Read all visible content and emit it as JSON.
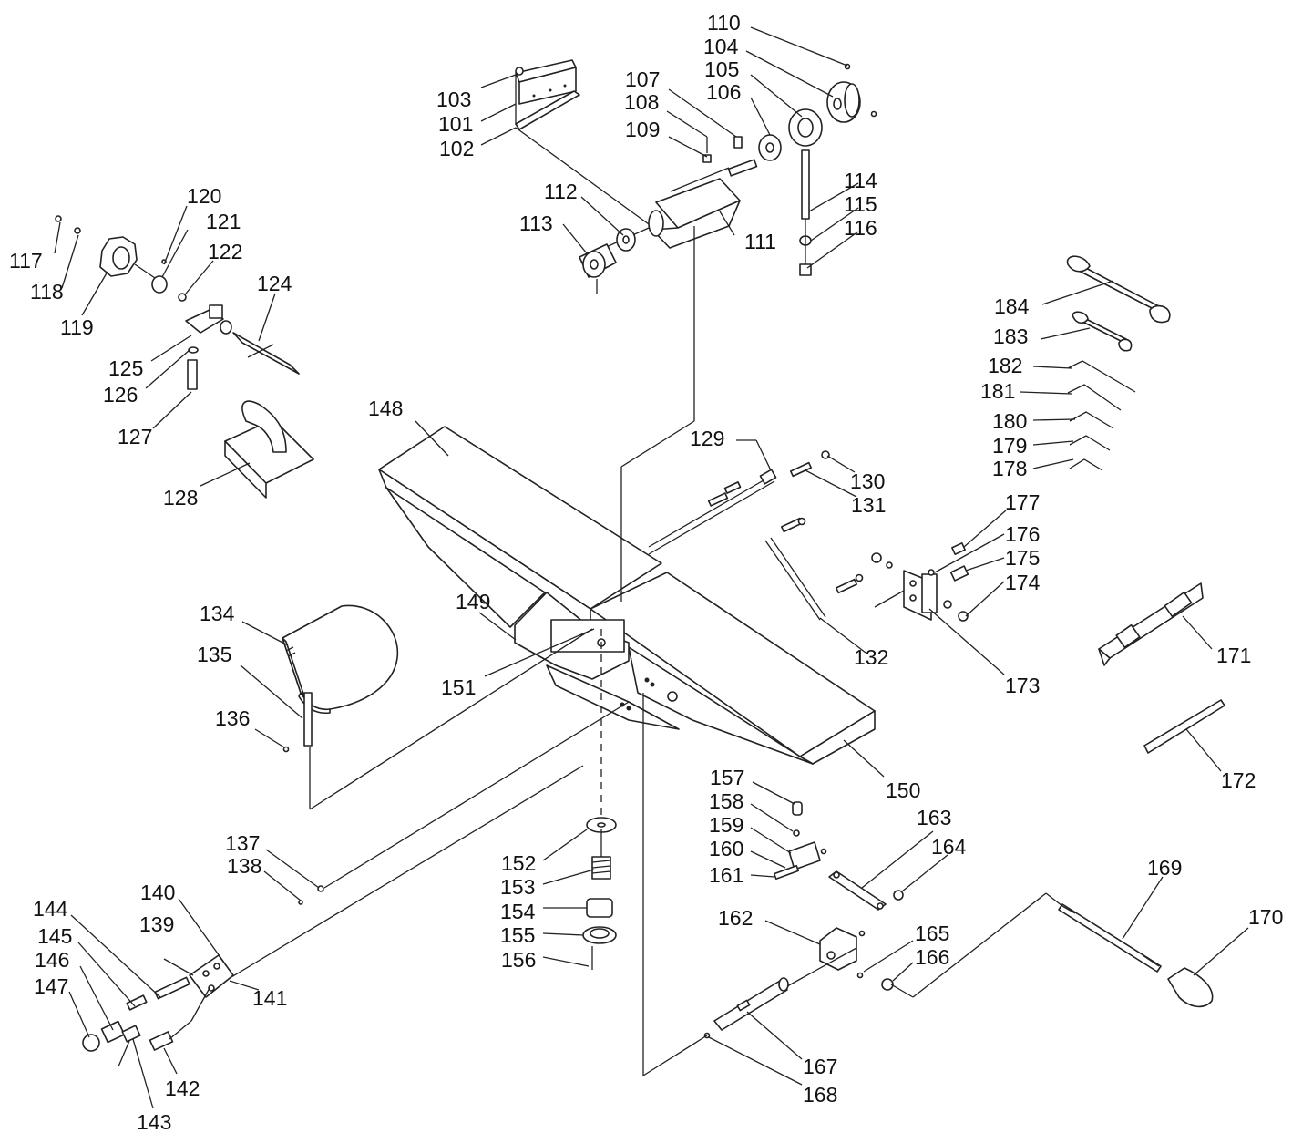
{
  "diagram": {
    "labels": {
      "110": "110",
      "104": "104",
      "105": "105",
      "106": "106",
      "107": "107",
      "108": "108",
      "109": "109",
      "103": "103",
      "101": "101",
      "102": "102",
      "112": "112",
      "113": "113",
      "111": "111",
      "114": "114",
      "115": "115",
      "116": "116",
      "120": "120",
      "121": "121",
      "122": "122",
      "117": "117",
      "118": "118",
      "119": "119",
      "124": "124",
      "125": "125",
      "126": "126",
      "127": "127",
      "128": "128",
      "148": "148",
      "129": "129",
      "130": "130",
      "131": "131",
      "177": "177",
      "176": "176",
      "175": "175",
      "174": "174",
      "173": "173",
      "184": "184",
      "183": "183",
      "182": "182",
      "181": "181",
      "180": "180",
      "179": "179",
      "178": "178",
      "171": "171",
      "172": "172",
      "132": "132",
      "149": "149",
      "151": "151",
      "134": "134",
      "135": "135",
      "136": "136",
      "150": "150",
      "157": "157",
      "158": "158",
      "159": "159",
      "160": "160",
      "161": "161",
      "163": "163",
      "164": "164",
      "162": "162",
      "165": "165",
      "166": "166",
      "169": "169",
      "170": "170",
      "137": "137",
      "138": "138",
      "152": "152",
      "153": "153",
      "154": "154",
      "155": "155",
      "156": "156",
      "144": "144",
      "145": "145",
      "146": "146",
      "147": "147",
      "140": "140",
      "139": "139",
      "141": "141",
      "142": "142",
      "143": "143",
      "167": "167",
      "168": "168"
    }
  }
}
